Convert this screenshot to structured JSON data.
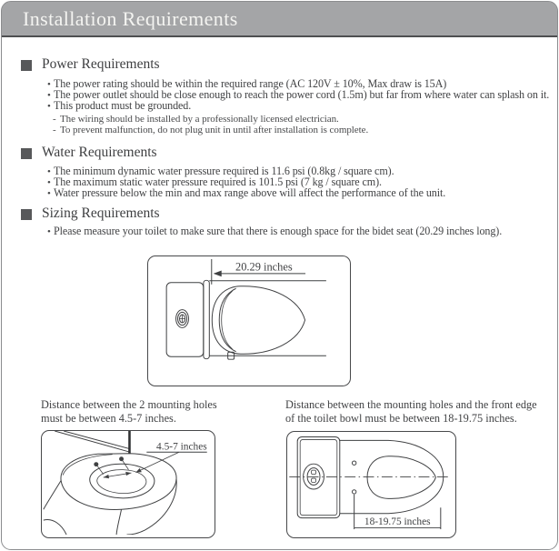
{
  "header": {
    "title": "Installation Requirements"
  },
  "power": {
    "title": "Power Requirements",
    "items": [
      "The power rating should be within the required range (AC 120V ± 10%, Max draw is 15A)",
      "The power outlet should be close enough to reach the power cord (1.5m) but far from where water can splash on it.",
      "This product must be grounded."
    ],
    "subitems": [
      "The wiring should be installed by a professionally licensed electrician.",
      "To prevent malfunction, do not plug unit in until after installation is complete."
    ]
  },
  "water": {
    "title": "Water Requirements",
    "items": [
      "The minimum dynamic water pressure required is 11.6 psi (0.8kg / square cm).",
      "The maximum static water pressure required is 101.5 psi (7 kg / square cm).",
      "Water pressure below the min and max range above will affect the performance of the unit."
    ]
  },
  "sizing": {
    "title": "Sizing Requirements",
    "items": [
      "Please measure your toilet to make sure that there is enough space for the bidet seat (20.29 inches long)."
    ]
  },
  "figures": {
    "seat_length": {
      "label": "20.29 inches"
    },
    "mounting_holes": {
      "caption": "Distance between the 2 mounting holes must be between 4.5-7 inches.",
      "label": "4.5-7 inches"
    },
    "front_edge": {
      "caption": "Distance between the mounting holes and the front edge of the toilet bowl must be between 18-19.75 inches.",
      "label": "18-19.75 inches"
    }
  },
  "colors": {
    "header_bg": "#a4a5a7",
    "header_text": "#f4f4f1",
    "page_border": "#8b8c8e",
    "dark_border": "#4e4f51",
    "section_marker": "#57585a",
    "body_text": "#414244",
    "line_art": "#3f4042"
  }
}
